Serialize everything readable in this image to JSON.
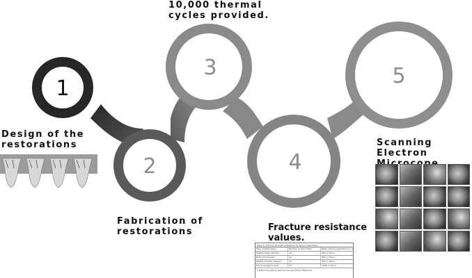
{
  "steps": [
    {
      "number": "1",
      "label": "Design of the\nrestorations"
    },
    {
      "number": "2",
      "label": "Fabrication of\nrestorations"
    },
    {
      "number": "3",
      "label": "10,000  thermal\ncycles provided."
    },
    {
      "number": "4",
      "label": "Fracture resistance\nvalues."
    },
    {
      "number": "5",
      "label": "Scanning Electron\nMicrocope images."
    }
  ],
  "table_figure": {
    "caption": "Table 1. Fracture strength (Newtons) by type of restoration",
    "headers": [
      "Type of Restoration",
      "Number of specimens",
      "Mean Fracture Resistance in Newtons"
    ],
    "rows": [
      [
        "Feather-edge Veneers",
        "10",
        "860 ± 225 a"
      ],
      [
        "Butt-joint Veneers",
        "10",
        "991 ± 232 a"
      ],
      [
        "Palatal Chamfer Veneers",
        "10",
        "963 ± 206 a"
      ],
      [
        "Full Coverage Crowns",
        "10",
        "1096 ± 251 a"
      ]
    ],
    "footnote": "a Different superscripts denote significant difference"
  },
  "colors": {
    "ring1": "#262626",
    "ring2": "#5a5a5a",
    "ring3": "#8a8a8a",
    "ring4": "#858585",
    "ring5": "#8e8e8e",
    "number_text": "#8c8c8c"
  }
}
